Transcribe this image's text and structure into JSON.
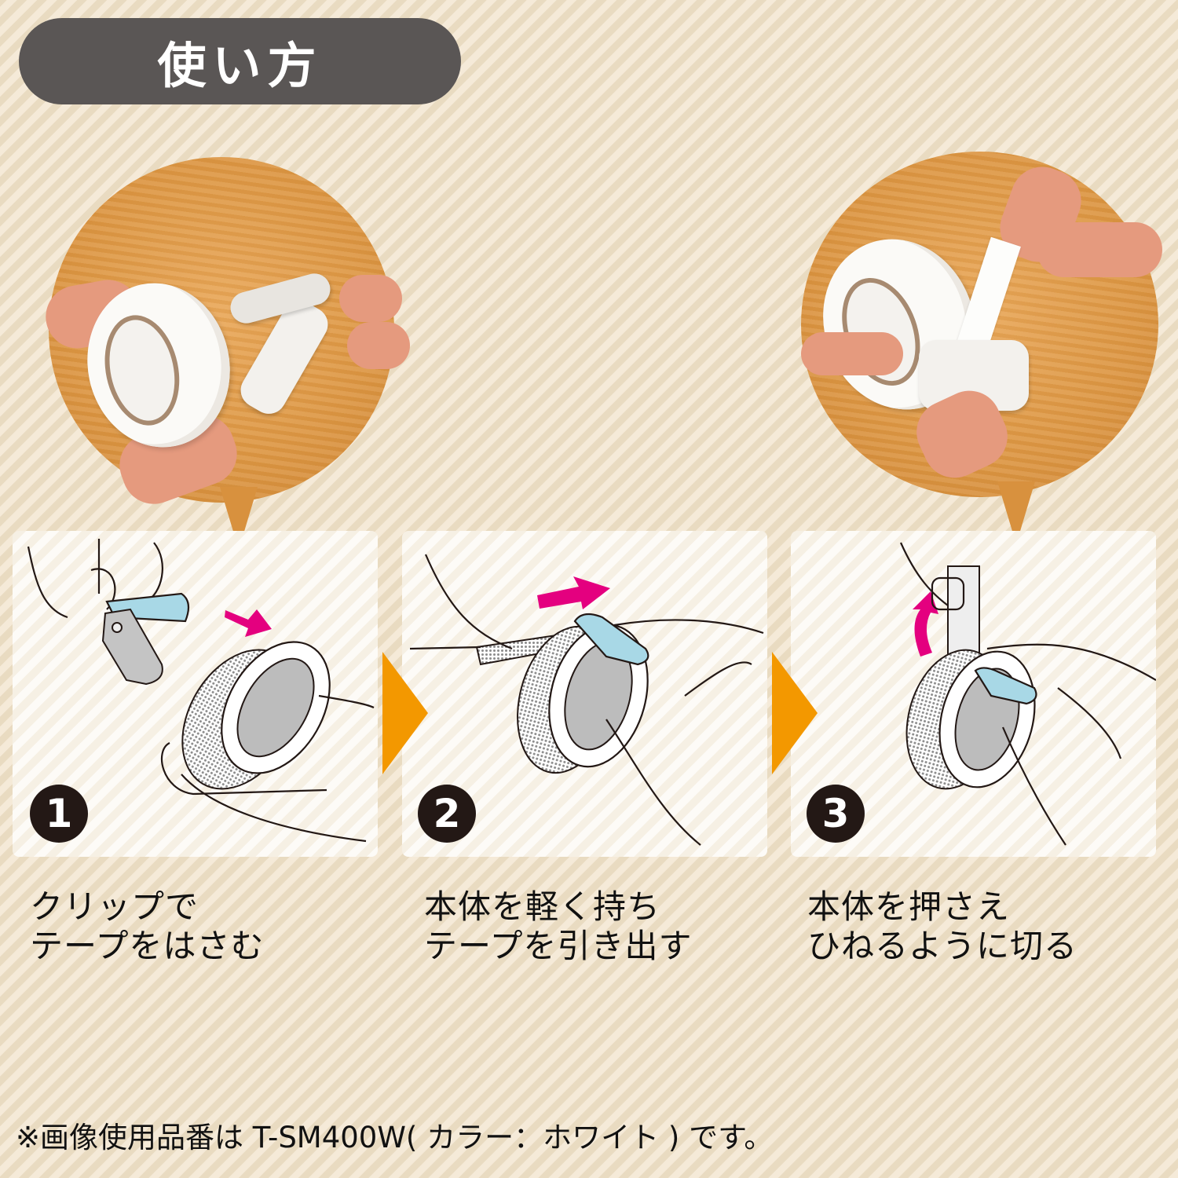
{
  "header": {
    "title": "使い方"
  },
  "colors": {
    "title_bg": "#5a5655",
    "step_arrow": "#f39800",
    "motion_arrow": "#e4007f",
    "clip_blue": "#a8d8e6",
    "step_badge": "#231815"
  },
  "steps": [
    {
      "number": "1",
      "line1": "クリップで",
      "line2": "テープをはさむ",
      "motion_arrow": "arrow-right-down"
    },
    {
      "number": "2",
      "line1": "本体を軽く持ち",
      "line2": "テープを引き出す",
      "motion_arrow": "arrow-left"
    },
    {
      "number": "3",
      "line1": "本体を押さえ",
      "line2": "ひねるように切る",
      "motion_arrow": "arrow-curved-up"
    }
  ],
  "footnote": "※画像使用品番は T-SM400W( カラー：ホワイト ) です。"
}
